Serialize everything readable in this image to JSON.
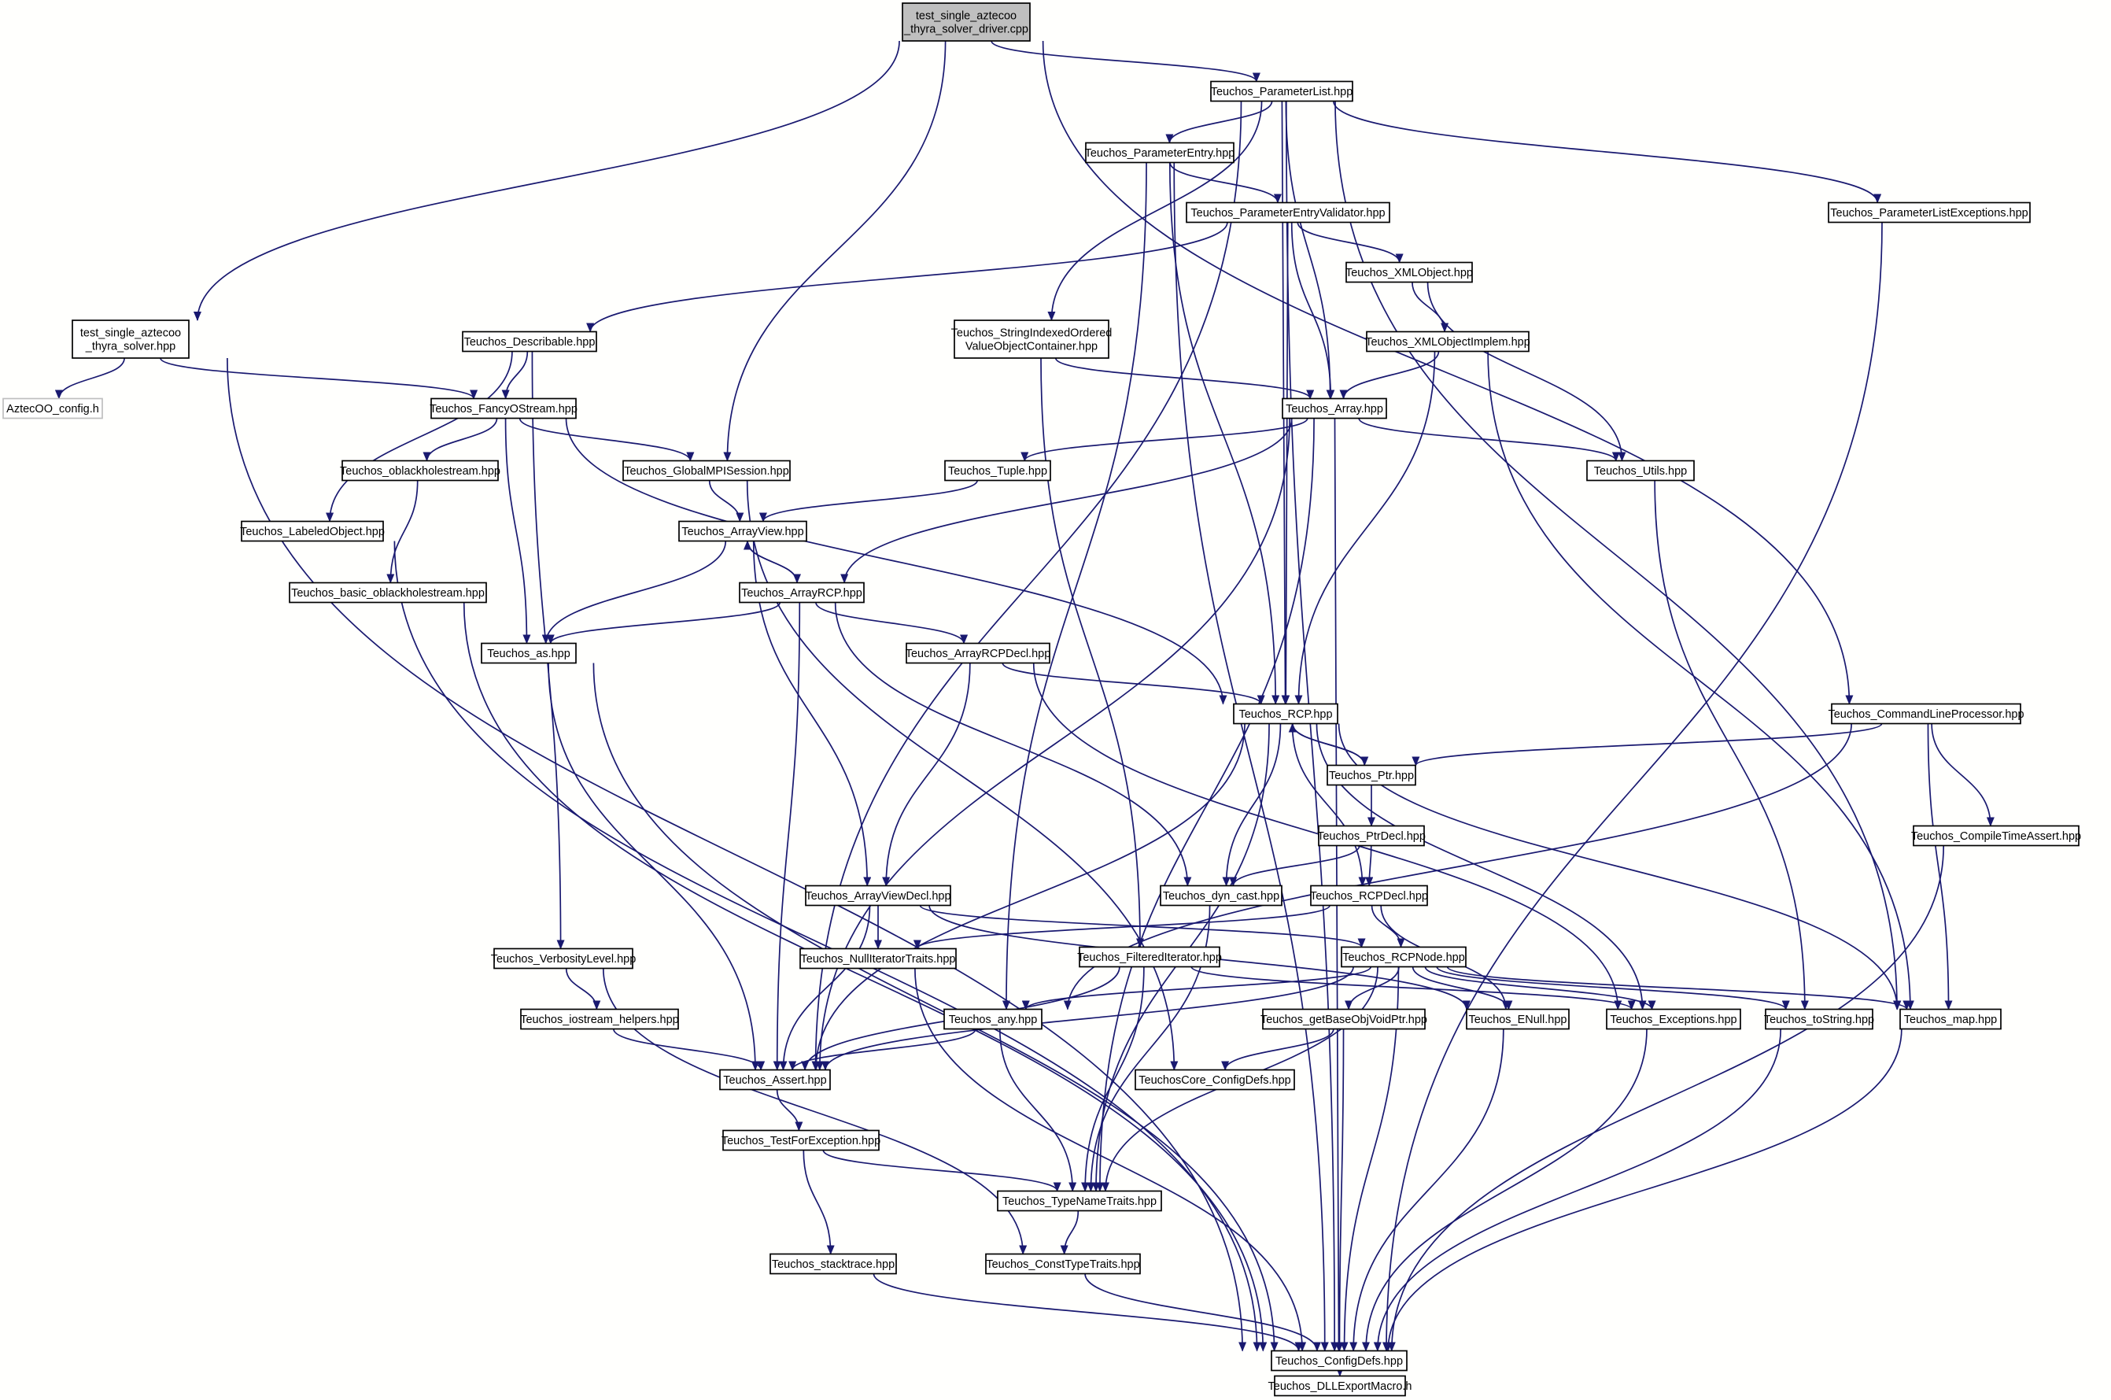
{
  "colors": {
    "background": "#fffffd",
    "edge": "#191970",
    "root_fill": "#bfbfbf",
    "missing_border": "#bfbfbf"
  },
  "nodes": [
    {
      "id": "driver",
      "lines": [
        "test_single_aztecoo",
        "_thyra_solver_driver.cpp"
      ],
      "kind": "root"
    },
    {
      "id": "plist",
      "lines": [
        "Teuchos_ParameterList.hpp"
      ]
    },
    {
      "id": "pentry",
      "lines": [
        "Teuchos_ParameterEntry.hpp"
      ]
    },
    {
      "id": "pev",
      "lines": [
        "Teuchos_ParameterEntryValidator.hpp"
      ]
    },
    {
      "id": "plexc",
      "lines": [
        "Teuchos_ParameterListExceptions.hpp"
      ]
    },
    {
      "id": "solver",
      "lines": [
        "test_single_aztecoo",
        "_thyra_solver.hpp"
      ]
    },
    {
      "id": "azconfig",
      "lines": [
        "AztecOO_config.h"
      ],
      "kind": "missing"
    },
    {
      "id": "xmlobj",
      "lines": [
        "Teuchos_XMLObject.hpp"
      ]
    },
    {
      "id": "describable",
      "lines": [
        "Teuchos_Describable.hpp"
      ]
    },
    {
      "id": "stridx",
      "lines": [
        "Teuchos_StringIndexedOrdered",
        "ValueObjectContainer.hpp"
      ]
    },
    {
      "id": "xmlimpl",
      "lines": [
        "Teuchos_XMLObjectImplem.hpp"
      ]
    },
    {
      "id": "fancy",
      "lines": [
        "Teuchos_FancyOStream.hpp"
      ]
    },
    {
      "id": "array",
      "lines": [
        "Teuchos_Array.hpp"
      ]
    },
    {
      "id": "oblack",
      "lines": [
        "Teuchos_oblackholestream.hpp"
      ]
    },
    {
      "id": "gmpi",
      "lines": [
        "Teuchos_GlobalMPISession.hpp"
      ]
    },
    {
      "id": "tuple",
      "lines": [
        "Teuchos_Tuple.hpp"
      ]
    },
    {
      "id": "utils",
      "lines": [
        "Teuchos_Utils.hpp"
      ]
    },
    {
      "id": "labeled",
      "lines": [
        "Teuchos_LabeledObject.hpp"
      ]
    },
    {
      "id": "arrayview",
      "lines": [
        "Teuchos_ArrayView.hpp"
      ]
    },
    {
      "id": "basicob",
      "lines": [
        "Teuchos_basic_oblackholestream.hpp"
      ]
    },
    {
      "id": "arrayrcp",
      "lines": [
        "Teuchos_ArrayRCP.hpp"
      ]
    },
    {
      "id": "as",
      "lines": [
        "Teuchos_as.hpp"
      ]
    },
    {
      "id": "arcpdecl",
      "lines": [
        "Teuchos_ArrayRCPDecl.hpp"
      ]
    },
    {
      "id": "rcp",
      "lines": [
        "Teuchos_RCP.hpp"
      ]
    },
    {
      "id": "clp",
      "lines": [
        "Teuchos_CommandLineProcessor.hpp"
      ]
    },
    {
      "id": "ptr",
      "lines": [
        "Teuchos_Ptr.hpp"
      ]
    },
    {
      "id": "ptrdecl",
      "lines": [
        "Teuchos_PtrDecl.hpp"
      ]
    },
    {
      "id": "cta",
      "lines": [
        "Teuchos_CompileTimeAssert.hpp"
      ]
    },
    {
      "id": "avdecl",
      "lines": [
        "Teuchos_ArrayViewDecl.hpp"
      ]
    },
    {
      "id": "dyncast",
      "lines": [
        "Teuchos_dyn_cast.hpp"
      ]
    },
    {
      "id": "rcpdecl",
      "lines": [
        "Teuchos_RCPDecl.hpp"
      ]
    },
    {
      "id": "verb",
      "lines": [
        "Teuchos_VerbosityLevel.hpp"
      ]
    },
    {
      "id": "nullit",
      "lines": [
        "Teuchos_NullIteratorTraits.hpp"
      ]
    },
    {
      "id": "filtit",
      "lines": [
        "Teuchos_FilteredIterator.hpp"
      ]
    },
    {
      "id": "rcpnode",
      "lines": [
        "Teuchos_RCPNode.hpp"
      ]
    },
    {
      "id": "iosh",
      "lines": [
        "Teuchos_iostream_helpers.hpp"
      ]
    },
    {
      "id": "any",
      "lines": [
        "Teuchos_any.hpp"
      ]
    },
    {
      "id": "gbovp",
      "lines": [
        "Teuchos_getBaseObjVoidPtr.hpp"
      ]
    },
    {
      "id": "enull",
      "lines": [
        "Teuchos_ENull.hpp"
      ]
    },
    {
      "id": "exc",
      "lines": [
        "Teuchos_Exceptions.hpp"
      ]
    },
    {
      "id": "tostring",
      "lines": [
        "Teuchos_toString.hpp"
      ]
    },
    {
      "id": "map",
      "lines": [
        "Teuchos_map.hpp"
      ]
    },
    {
      "id": "assert",
      "lines": [
        "Teuchos_Assert.hpp"
      ]
    },
    {
      "id": "corecfg",
      "lines": [
        "TeuchosCore_ConfigDefs.hpp"
      ]
    },
    {
      "id": "tfe",
      "lines": [
        "Teuchos_TestForException.hpp"
      ]
    },
    {
      "id": "tnt",
      "lines": [
        "Teuchos_TypeNameTraits.hpp"
      ]
    },
    {
      "id": "stacktrace",
      "lines": [
        "Teuchos_stacktrace.hpp"
      ]
    },
    {
      "id": "ctt",
      "lines": [
        "Teuchos_ConstTypeTraits.hpp"
      ]
    },
    {
      "id": "cfg",
      "lines": [
        "Teuchos_ConfigDefs.hpp"
      ]
    },
    {
      "id": "dll",
      "lines": [
        "Teuchos_DLLExportMacro.h"
      ]
    }
  ],
  "edges": [
    [
      "driver",
      "plist"
    ],
    [
      "driver",
      "solver"
    ],
    [
      "driver",
      "gmpi"
    ],
    [
      "driver",
      "clp"
    ],
    [
      "plist",
      "pentry"
    ],
    [
      "plist",
      "plexc"
    ],
    [
      "plist",
      "stridx"
    ],
    [
      "plist",
      "array"
    ],
    [
      "plist",
      "rcp"
    ],
    [
      "plist",
      "map"
    ],
    [
      "plist",
      "assert"
    ],
    [
      "plist",
      "cfg"
    ],
    [
      "pentry",
      "pev"
    ],
    [
      "pentry",
      "rcp"
    ],
    [
      "pentry",
      "any"
    ],
    [
      "pentry",
      "cfg"
    ],
    [
      "pev",
      "describable"
    ],
    [
      "pev",
      "xmlobj"
    ],
    [
      "pev",
      "array"
    ],
    [
      "pev",
      "rcp"
    ],
    [
      "plexc",
      "cfg"
    ],
    [
      "solver",
      "azconfig"
    ],
    [
      "solver",
      "fancy"
    ],
    [
      "solver",
      "cfg"
    ],
    [
      "xmlobj",
      "xmlimpl"
    ],
    [
      "xmlobj",
      "utils"
    ],
    [
      "xmlimpl",
      "array"
    ],
    [
      "xmlimpl",
      "rcp"
    ],
    [
      "xmlimpl",
      "map"
    ],
    [
      "stridx",
      "array"
    ],
    [
      "stridx",
      "filtit"
    ],
    [
      "describable",
      "fancy"
    ],
    [
      "describable",
      "labeled"
    ],
    [
      "describable",
      "verb"
    ],
    [
      "fancy",
      "oblack"
    ],
    [
      "fancy",
      "gmpi"
    ],
    [
      "fancy",
      "as"
    ],
    [
      "fancy",
      "rcp"
    ],
    [
      "array",
      "tuple"
    ],
    [
      "array",
      "utils"
    ],
    [
      "array",
      "arrayrcp"
    ],
    [
      "array",
      "assert"
    ],
    [
      "array",
      "tnt"
    ],
    [
      "array",
      "cfg"
    ],
    [
      "oblack",
      "basicob"
    ],
    [
      "gmpi",
      "arrayview"
    ],
    [
      "gmpi",
      "corecfg"
    ],
    [
      "tuple",
      "arrayview"
    ],
    [
      "utils",
      "tostring"
    ],
    [
      "labeled",
      "cfg"
    ],
    [
      "arrayview",
      "arrayrcp"
    ],
    [
      "arrayview",
      "as"
    ],
    [
      "arrayview",
      "avdecl"
    ],
    [
      "basicob",
      "cfg"
    ],
    [
      "arrayrcp",
      "arrayview"
    ],
    [
      "arrayrcp",
      "as"
    ],
    [
      "arrayrcp",
      "arcpdecl"
    ],
    [
      "arrayrcp",
      "dyncast"
    ],
    [
      "arrayrcp",
      "assert"
    ],
    [
      "as",
      "assert"
    ],
    [
      "as",
      "cfg"
    ],
    [
      "arcpdecl",
      "rcp"
    ],
    [
      "arcpdecl",
      "avdecl"
    ],
    [
      "arcpdecl",
      "exc"
    ],
    [
      "rcp",
      "ptr"
    ],
    [
      "rcp",
      "dyncast"
    ],
    [
      "rcp",
      "rcpdecl"
    ],
    [
      "rcp",
      "exc"
    ],
    [
      "rcp",
      "map"
    ],
    [
      "rcp",
      "assert"
    ],
    [
      "rcp",
      "tnt"
    ],
    [
      "clp",
      "ptr"
    ],
    [
      "clp",
      "cta"
    ],
    [
      "clp",
      "map"
    ],
    [
      "clp",
      "any"
    ],
    [
      "ptr",
      "rcp"
    ],
    [
      "ptr",
      "ptrdecl"
    ],
    [
      "ptrdecl",
      "dyncast"
    ],
    [
      "ptrdecl",
      "rcpdecl"
    ],
    [
      "cta",
      "cfg"
    ],
    [
      "avdecl",
      "nullit"
    ],
    [
      "avdecl",
      "rcpnode"
    ],
    [
      "avdecl",
      "enull"
    ],
    [
      "avdecl",
      "assert"
    ],
    [
      "dyncast",
      "tnt"
    ],
    [
      "rcpdecl",
      "rcpnode"
    ],
    [
      "rcpdecl",
      "nullit"
    ],
    [
      "rcpdecl",
      "enull"
    ],
    [
      "verb",
      "iosh"
    ],
    [
      "verb",
      "ctt"
    ],
    [
      "nullit",
      "cfg"
    ],
    [
      "filtit",
      "assert"
    ],
    [
      "filtit",
      "exc"
    ],
    [
      "filtit",
      "tnt"
    ],
    [
      "rcpnode",
      "any"
    ],
    [
      "rcpnode",
      "gbovp"
    ],
    [
      "rcpnode",
      "enull"
    ],
    [
      "rcpnode",
      "exc"
    ],
    [
      "rcpnode",
      "tostring"
    ],
    [
      "rcpnode",
      "map"
    ],
    [
      "rcpnode",
      "assert"
    ],
    [
      "rcpnode",
      "tnt"
    ],
    [
      "rcpnode",
      "cfg"
    ],
    [
      "iosh",
      "assert"
    ],
    [
      "any",
      "assert"
    ],
    [
      "any",
      "tnt"
    ],
    [
      "gbovp",
      "corecfg"
    ],
    [
      "gbovp",
      "cfg"
    ],
    [
      "enull",
      "cfg"
    ],
    [
      "exc",
      "cfg"
    ],
    [
      "tostring",
      "cfg"
    ],
    [
      "map",
      "cfg"
    ],
    [
      "assert",
      "tfe"
    ],
    [
      "tfe",
      "tnt"
    ],
    [
      "tfe",
      "stacktrace"
    ],
    [
      "tnt",
      "ctt"
    ],
    [
      "stacktrace",
      "cfg"
    ],
    [
      "ctt",
      "cfg"
    ],
    [
      "cfg",
      "dll"
    ]
  ]
}
